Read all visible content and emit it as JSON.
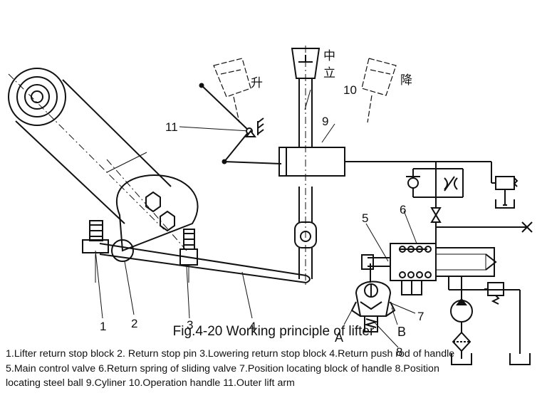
{
  "diagram": {
    "callouts": {
      "n1": "1",
      "n2": "2",
      "n3": "3",
      "n4": "4",
      "n5": "5",
      "n6": "6",
      "n7": "7",
      "n8": "8",
      "n9": "9",
      "n10": "10",
      "n11": "11",
      "a": "A",
      "b": "B"
    },
    "positions": {
      "raise": "升",
      "neutral_top": "中",
      "neutral_bottom": "立",
      "lower": "降"
    }
  },
  "caption": "Fig.4-20  Working principle of lifter",
  "legend": [
    "1.Lifter return stop block  2. Return stop pin  3.Lowering return stop block  4.Return push rod of handle",
    "5.Main control valve  6.Return spring of sliding valve  7.Position locating block of handle  8.Position",
    "locating steel ball   9.Cyliner  10.Operation handle  11.Outer lift arm"
  ]
}
